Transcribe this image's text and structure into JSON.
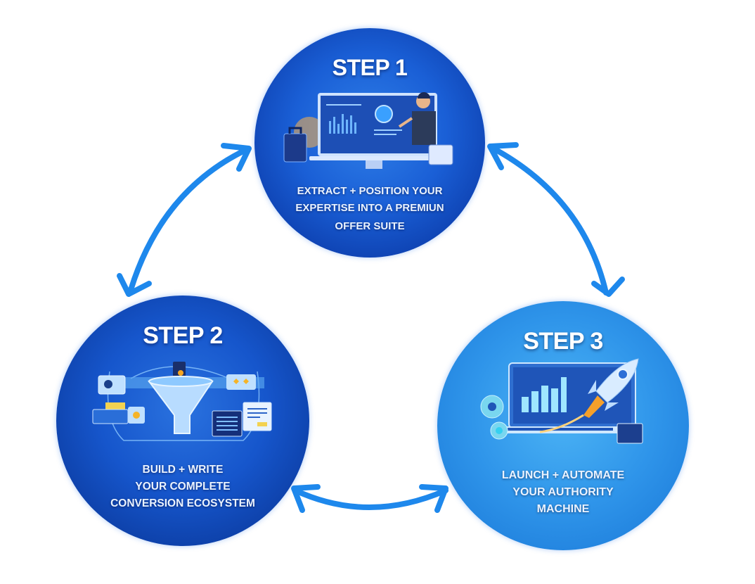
{
  "diagram": {
    "type": "cycle",
    "arrow_color": "#1e88ec",
    "steps": [
      {
        "title": "STEP 1",
        "lines": [
          "EXTRACT + POSITION YOUR",
          "EXPERTISE INTO A PREMIUN",
          "OFFER SUITE"
        ],
        "illustration": "person-presenting-at-monitor-icon"
      },
      {
        "title": "STEP 2",
        "lines": [
          "BUILD + WRITE",
          "YOUR COMPLETE",
          "CONVERSION ECOSYSTEM"
        ],
        "illustration": "funnel-ecosystem-icon"
      },
      {
        "title": "STEP 3",
        "lines": [
          "LAUNCH + AUTOMATE",
          "YOUR AUTHORITY",
          "MACHINE"
        ],
        "illustration": "rocket-laptop-gears-icon"
      }
    ],
    "connections": [
      {
        "from": "STEP 1",
        "to": "STEP 2",
        "bidirectional": true
      },
      {
        "from": "STEP 1",
        "to": "STEP 3",
        "bidirectional": true
      },
      {
        "from": "STEP 2",
        "to": "STEP 3",
        "bidirectional": true
      }
    ]
  }
}
